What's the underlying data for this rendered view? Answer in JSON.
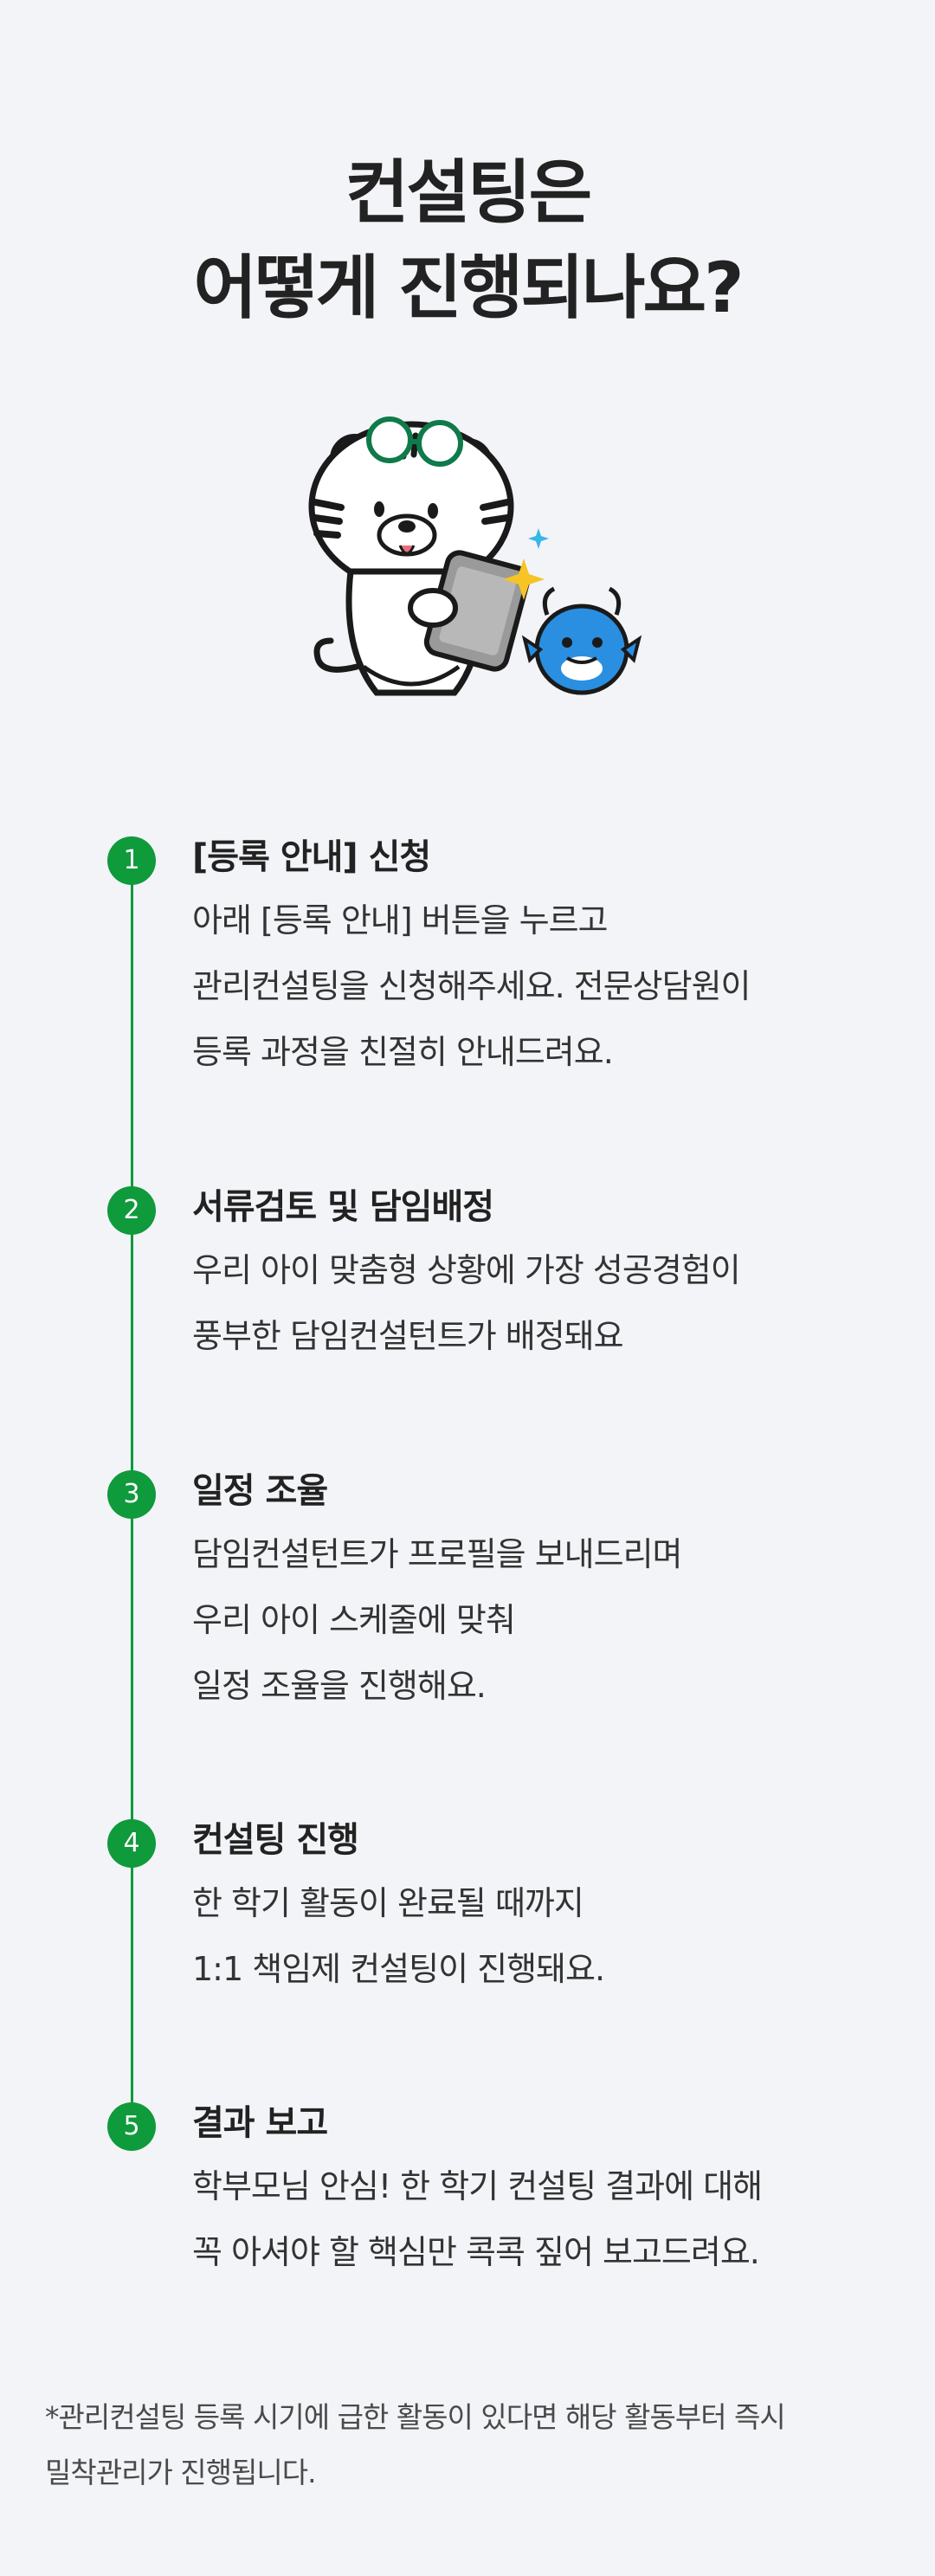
{
  "headline": {
    "line1": "컨설팅은",
    "line2": "어떻게 진행되나요?"
  },
  "illustration": {
    "name": "tiger and dragon mascots with tablet"
  },
  "colors": {
    "background": "#f3f4f7",
    "accent": "#0f9a3c",
    "text": "#222222"
  },
  "steps": [
    {
      "number": "1",
      "title": "[등록 안내] 신청",
      "lines": [
        "아래 [등록 안내] 버튼을 누르고",
        "관리컨설팅을 신청해주세요. 전문상담원이",
        "등록 과정을 친절히 안내드려요."
      ]
    },
    {
      "number": "2",
      "title": "서류검토 및 담임배정",
      "lines": [
        "우리 아이 맞춤형 상황에 가장 성공경험이",
        "풍부한 담임컨설턴트가 배정돼요"
      ]
    },
    {
      "number": "3",
      "title": "일정 조율",
      "lines": [
        "담임컨설턴트가 프로필을 보내드리며",
        "우리 아이 스케줄에 맞춰",
        "일정 조율을 진행해요."
      ]
    },
    {
      "number": "4",
      "title": "컨설팅 진행",
      "lines": [
        "한 학기 활동이 완료될 때까지",
        "1:1 책임제 컨설팅이 진행돼요."
      ]
    },
    {
      "number": "5",
      "title": "결과 보고",
      "lines": [
        "학부모님 안심! 한 학기 컨설팅 결과에 대해",
        "꼭 아셔야 할 핵심만 콕콕 짚어 보고드려요."
      ]
    }
  ],
  "footnote": {
    "line1": "*관리컨설팅 등록 시기에 급한 활동이 있다면 해당 활동부터 즉시",
    "line2": "밀착관리가 진행됩니다."
  }
}
